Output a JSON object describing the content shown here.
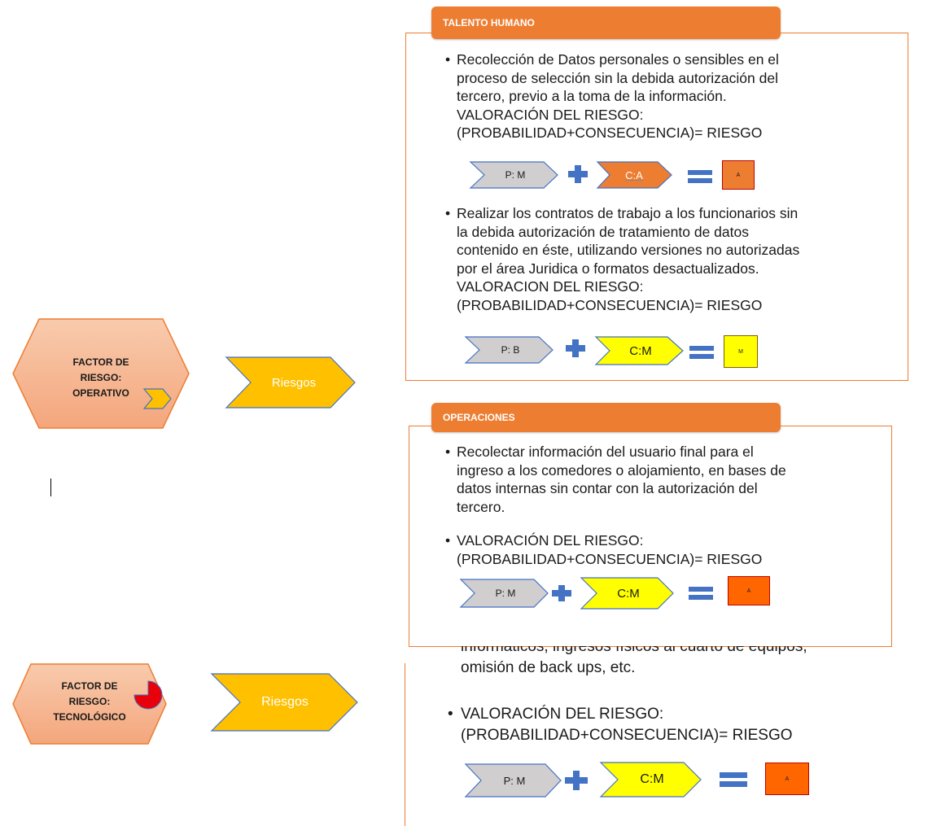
{
  "factors": [
    {
      "lines": [
        "FACTOR DE",
        "RIESGO:",
        "OPERATIVO"
      ]
    },
    {
      "lines": [
        "FACTOR DE",
        "RIESGO:",
        "TECNOLÓGICO"
      ]
    }
  ],
  "riesgos_label": "Riesgos",
  "talento": {
    "header": "TALENTO HUMANO",
    "bullet1": [
      "Recolección de Datos personales o sensibles en el",
      "proceso de selección sin la debida autorización del",
      "tercero, previo a la toma de la información.",
      "VALORACIÓN DEL RIESGO:",
      "(PROBABILIDAD+CONSECUENCIA)= RIESGO"
    ],
    "eq1": {
      "p": "P: M",
      "c": "C:A",
      "r": "A"
    },
    "bullet2": [
      "Realizar los contratos de trabajo a los funcionarios sin",
      "la debida autorización de tratamiento de datos",
      "contenido en éste, utilizando versiones no autorizadas",
      "por el área Juridica o formatos desactualizados.",
      "VALORACION DEL RIESGO:",
      "(PROBABILIDAD+CONSECUENCIA)= RIESGO"
    ],
    "eq2": {
      "p": "P: B",
      "c": "C:M",
      "r": "M"
    }
  },
  "operaciones": {
    "header": "OPERACIONES",
    "bullet1": [
      "Recolectar información del usuario final para el",
      "ingreso a los comedores o alojamiento,  en bases de",
      "datos internas sin contar con la autorización del",
      "tercero."
    ],
    "bullet2": [
      "VALORACIÓN DEL RIESGO:",
      "(PROBABILIDAD+CONSECUENCIA)= RIESGO"
    ],
    "eq": {
      "p": "P: M",
      "c": "C:M",
      "r": "A"
    }
  },
  "tecnologico": {
    "partial_lines": [
      "informáticos, ingresos físicos al cuarto de equipos,",
      "omisión de back ups, etc."
    ],
    "bullet": [
      "VALORACIÓN DEL RIESGO:",
      "(PROBABILIDAD+CONSECUENCIA)= RIESGO"
    ],
    "eq": {
      "p": "P: M",
      "c": "C:M",
      "r": "A"
    }
  },
  "colors": {
    "orange": "#ed7d31",
    "hexagon": "#f4b183",
    "chevron_gold": "#ffc000",
    "yellow": "#ffff00",
    "grey": "#d0cece",
    "risk_high": "#ff6600",
    "plus_equals_blue": "#4472c4"
  }
}
